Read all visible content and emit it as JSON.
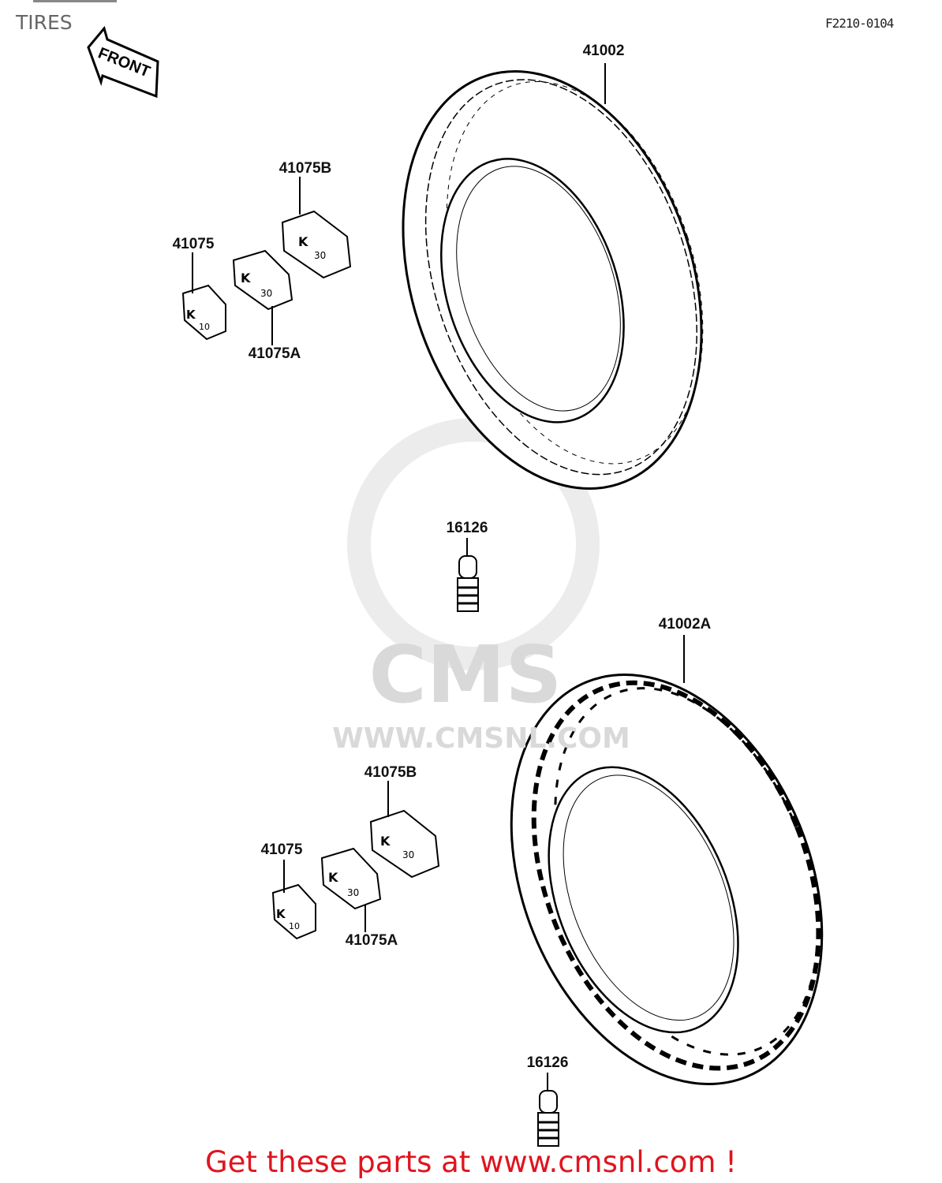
{
  "header": {
    "title": "TIRES",
    "diagram_code": "F2210-0104",
    "front_arrow_label": "FRONT"
  },
  "watermark": {
    "logo": "CMS",
    "url": "WWW.CMSNL.COM"
  },
  "callouts": [
    {
      "part": "41002"
    },
    {
      "part": "41075B"
    },
    {
      "part": "41075"
    },
    {
      "part": "41075A"
    },
    {
      "part": "16126"
    },
    {
      "part": "41002A"
    },
    {
      "part": "41075B"
    },
    {
      "part": "41075"
    },
    {
      "part": "41075A"
    },
    {
      "part": "16126"
    }
  ],
  "footer": {
    "text": "Get these parts at www.cmsnl.com !",
    "color": "#e0141e"
  }
}
